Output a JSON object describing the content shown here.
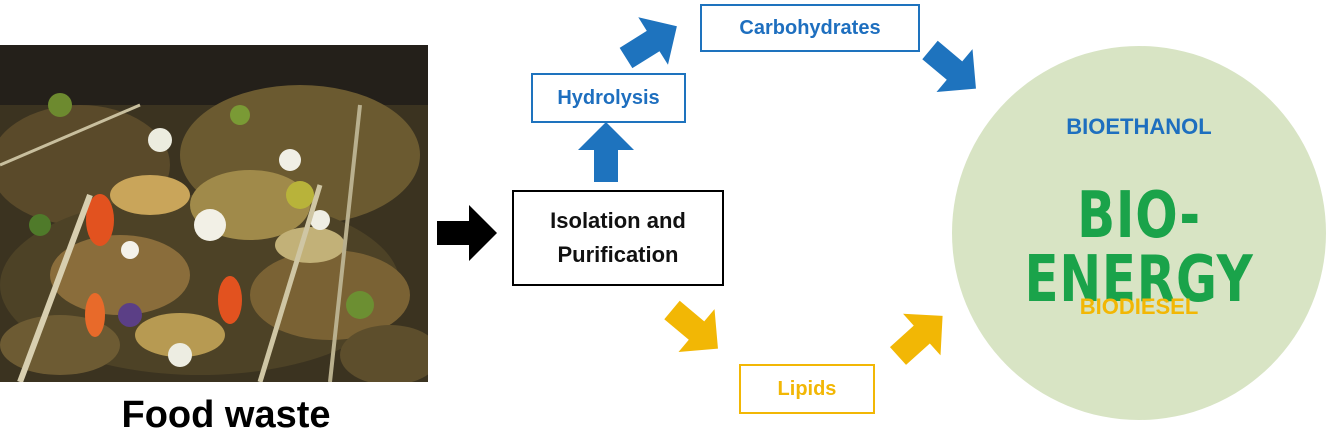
{
  "image": {
    "description_label": "Food waste photo"
  },
  "labels": {
    "food_waste": "Food waste",
    "isolation": "Isolation and\nPurification",
    "hydrolysis": "Hydrolysis",
    "carbohydrates": "Carbohydrates",
    "lipids": "Lipids",
    "bioethanol": "BIOETHANOL",
    "bioenergy": "BIO-ENERGY",
    "biodiesel": "BIODIESEL"
  },
  "colors": {
    "blue": "#1e73be",
    "yellow": "#f2b705",
    "green": "#1aa34a",
    "circle_fill": "#d8e4c4",
    "black_arrow": "#000000"
  },
  "icons": {
    "input_arrow": "black-right-arrow-icon",
    "up_arrow": "blue-up-arrow-icon",
    "diagonal_blue_arrow": "blue-diagonal-arrow-icon",
    "diagonal_yellow_arrow": "yellow-diagonal-arrow-icon"
  }
}
